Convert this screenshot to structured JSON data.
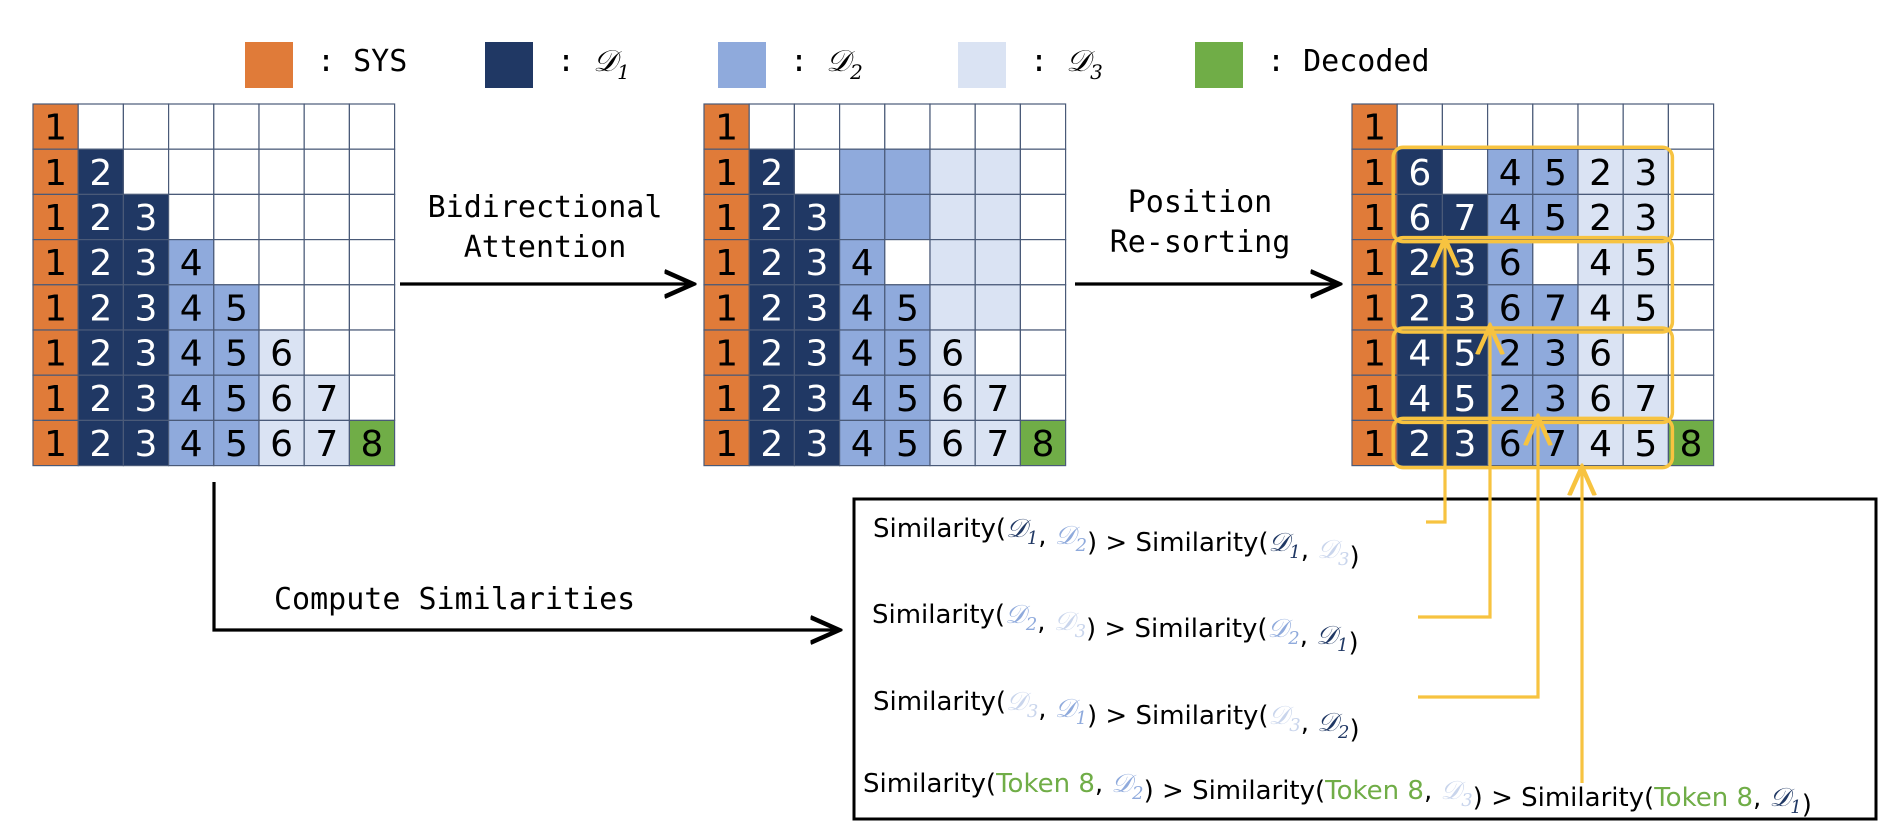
{
  "colors": {
    "sys": "#E07B39",
    "d1": "#203864",
    "d2": "#8FAADC",
    "d3": "#DAE3F3",
    "decoded": "#70AD47",
    "empty": "#FFFFFF",
    "grid_line": "#4A5A78",
    "arrow": "#000000",
    "highlight": "#F7C340"
  },
  "legend": [
    {
      "color_key": "sys",
      "label": ": SYS"
    },
    {
      "color_key": "d1",
      "label": ": ",
      "math": "𝒟",
      "sub": "1"
    },
    {
      "color_key": "d2",
      "label": ": ",
      "math": "𝒟",
      "sub": "2"
    },
    {
      "color_key": "d3",
      "label": ": ",
      "math": "𝒟",
      "sub": "3"
    },
    {
      "color_key": "decoded",
      "label": ": Decoded"
    }
  ],
  "labels": {
    "bidirectional_line1": "Bidirectional",
    "bidirectional_line2": "Attention",
    "resort_line1": "Position",
    "resort_line2": "Re-sorting",
    "compute_similarities": "Compute Similarities",
    "resorting": "Re-sorting"
  },
  "grids": [
    {
      "name": "causal-mask-grid",
      "cells": [
        [
          [
            "1",
            "sys"
          ],
          [
            "",
            "empty"
          ],
          [
            "",
            "empty"
          ],
          [
            "",
            "empty"
          ],
          [
            "",
            "empty"
          ],
          [
            "",
            "empty"
          ],
          [
            "",
            "empty"
          ],
          [
            "",
            "empty"
          ]
        ],
        [
          [
            "1",
            "sys"
          ],
          [
            "2",
            "d1"
          ],
          [
            "",
            "empty"
          ],
          [
            "",
            "empty"
          ],
          [
            "",
            "empty"
          ],
          [
            "",
            "empty"
          ],
          [
            "",
            "empty"
          ],
          [
            "",
            "empty"
          ]
        ],
        [
          [
            "1",
            "sys"
          ],
          [
            "2",
            "d1"
          ],
          [
            "3",
            "d1"
          ],
          [
            "",
            "empty"
          ],
          [
            "",
            "empty"
          ],
          [
            "",
            "empty"
          ],
          [
            "",
            "empty"
          ],
          [
            "",
            "empty"
          ]
        ],
        [
          [
            "1",
            "sys"
          ],
          [
            "2",
            "d1"
          ],
          [
            "3",
            "d1"
          ],
          [
            "4",
            "d2"
          ],
          [
            "",
            "empty"
          ],
          [
            "",
            "empty"
          ],
          [
            "",
            "empty"
          ],
          [
            "",
            "empty"
          ]
        ],
        [
          [
            "1",
            "sys"
          ],
          [
            "2",
            "d1"
          ],
          [
            "3",
            "d1"
          ],
          [
            "4",
            "d2"
          ],
          [
            "5",
            "d2"
          ],
          [
            "",
            "empty"
          ],
          [
            "",
            "empty"
          ],
          [
            "",
            "empty"
          ]
        ],
        [
          [
            "1",
            "sys"
          ],
          [
            "2",
            "d1"
          ],
          [
            "3",
            "d1"
          ],
          [
            "4",
            "d2"
          ],
          [
            "5",
            "d2"
          ],
          [
            "6",
            "d3"
          ],
          [
            "",
            "empty"
          ],
          [
            "",
            "empty"
          ]
        ],
        [
          [
            "1",
            "sys"
          ],
          [
            "2",
            "d1"
          ],
          [
            "3",
            "d1"
          ],
          [
            "4",
            "d2"
          ],
          [
            "5",
            "d2"
          ],
          [
            "6",
            "d3"
          ],
          [
            "7",
            "d3"
          ],
          [
            "",
            "empty"
          ]
        ],
        [
          [
            "1",
            "sys"
          ],
          [
            "2",
            "d1"
          ],
          [
            "3",
            "d1"
          ],
          [
            "4",
            "d2"
          ],
          [
            "5",
            "d2"
          ],
          [
            "6",
            "d3"
          ],
          [
            "7",
            "d3"
          ],
          [
            "8",
            "decoded"
          ]
        ]
      ]
    },
    {
      "name": "bidirectional-mask-grid",
      "cells": [
        [
          [
            "1",
            "sys"
          ],
          [
            "",
            "empty"
          ],
          [
            "",
            "empty"
          ],
          [
            "",
            "empty"
          ],
          [
            "",
            "empty"
          ],
          [
            "",
            "empty"
          ],
          [
            "",
            "empty"
          ],
          [
            "",
            "empty"
          ]
        ],
        [
          [
            "1",
            "sys"
          ],
          [
            "2",
            "d1"
          ],
          [
            "",
            "empty"
          ],
          [
            "",
            "d2"
          ],
          [
            "",
            "d2"
          ],
          [
            "",
            "d3"
          ],
          [
            "",
            "d3"
          ],
          [
            "",
            "empty"
          ]
        ],
        [
          [
            "1",
            "sys"
          ],
          [
            "2",
            "d1"
          ],
          [
            "3",
            "d1"
          ],
          [
            "",
            "d2"
          ],
          [
            "",
            "d2"
          ],
          [
            "",
            "d3"
          ],
          [
            "",
            "d3"
          ],
          [
            "",
            "empty"
          ]
        ],
        [
          [
            "1",
            "sys"
          ],
          [
            "2",
            "d1"
          ],
          [
            "3",
            "d1"
          ],
          [
            "4",
            "d2"
          ],
          [
            "",
            "empty"
          ],
          [
            "",
            "d3"
          ],
          [
            "",
            "d3"
          ],
          [
            "",
            "empty"
          ]
        ],
        [
          [
            "1",
            "sys"
          ],
          [
            "2",
            "d1"
          ],
          [
            "3",
            "d1"
          ],
          [
            "4",
            "d2"
          ],
          [
            "5",
            "d2"
          ],
          [
            "",
            "d3"
          ],
          [
            "",
            "d3"
          ],
          [
            "",
            "empty"
          ]
        ],
        [
          [
            "1",
            "sys"
          ],
          [
            "2",
            "d1"
          ],
          [
            "3",
            "d1"
          ],
          [
            "4",
            "d2"
          ],
          [
            "5",
            "d2"
          ],
          [
            "6",
            "d3"
          ],
          [
            "",
            "empty"
          ],
          [
            "",
            "empty"
          ]
        ],
        [
          [
            "1",
            "sys"
          ],
          [
            "2",
            "d1"
          ],
          [
            "3",
            "d1"
          ],
          [
            "4",
            "d2"
          ],
          [
            "5",
            "d2"
          ],
          [
            "6",
            "d3"
          ],
          [
            "7",
            "d3"
          ],
          [
            "",
            "empty"
          ]
        ],
        [
          [
            "1",
            "sys"
          ],
          [
            "2",
            "d1"
          ],
          [
            "3",
            "d1"
          ],
          [
            "4",
            "d2"
          ],
          [
            "5",
            "d2"
          ],
          [
            "6",
            "d3"
          ],
          [
            "7",
            "d3"
          ],
          [
            "8",
            "decoded"
          ]
        ]
      ]
    },
    {
      "name": "resorted-mask-grid",
      "cells": [
        [
          [
            "1",
            "sys"
          ],
          [
            "",
            "empty"
          ],
          [
            "",
            "empty"
          ],
          [
            "",
            "empty"
          ],
          [
            "",
            "empty"
          ],
          [
            "",
            "empty"
          ],
          [
            "",
            "empty"
          ],
          [
            "",
            "empty"
          ]
        ],
        [
          [
            "1",
            "sys"
          ],
          [
            "6",
            "d1"
          ],
          [
            "",
            "empty"
          ],
          [
            "4",
            "d2"
          ],
          [
            "5",
            "d2"
          ],
          [
            "2",
            "d3"
          ],
          [
            "3",
            "d3"
          ],
          [
            "",
            "empty"
          ]
        ],
        [
          [
            "1",
            "sys"
          ],
          [
            "6",
            "d1"
          ],
          [
            "7",
            "d1"
          ],
          [
            "4",
            "d2"
          ],
          [
            "5",
            "d2"
          ],
          [
            "2",
            "d3"
          ],
          [
            "3",
            "d3"
          ],
          [
            "",
            "empty"
          ]
        ],
        [
          [
            "1",
            "sys"
          ],
          [
            "2",
            "d1"
          ],
          [
            "3",
            "d1"
          ],
          [
            "6",
            "d2"
          ],
          [
            "",
            "empty"
          ],
          [
            "4",
            "d3"
          ],
          [
            "5",
            "d3"
          ],
          [
            "",
            "empty"
          ]
        ],
        [
          [
            "1",
            "sys"
          ],
          [
            "2",
            "d1"
          ],
          [
            "3",
            "d1"
          ],
          [
            "6",
            "d2"
          ],
          [
            "7",
            "d2"
          ],
          [
            "4",
            "d3"
          ],
          [
            "5",
            "d3"
          ],
          [
            "",
            "empty"
          ]
        ],
        [
          [
            "1",
            "sys"
          ],
          [
            "4",
            "d1"
          ],
          [
            "5",
            "d1"
          ],
          [
            "2",
            "d2"
          ],
          [
            "3",
            "d2"
          ],
          [
            "6",
            "d3"
          ],
          [
            "",
            "empty"
          ],
          [
            "",
            "empty"
          ]
        ],
        [
          [
            "1",
            "sys"
          ],
          [
            "4",
            "d1"
          ],
          [
            "5",
            "d1"
          ],
          [
            "2",
            "d2"
          ],
          [
            "3",
            "d2"
          ],
          [
            "6",
            "d3"
          ],
          [
            "7",
            "d3"
          ],
          [
            "",
            "empty"
          ]
        ],
        [
          [
            "1",
            "sys"
          ],
          [
            "2",
            "d1"
          ],
          [
            "3",
            "d1"
          ],
          [
            "6",
            "d2"
          ],
          [
            "7",
            "d2"
          ],
          [
            "4",
            "d3"
          ],
          [
            "5",
            "d3"
          ],
          [
            "8",
            "decoded"
          ]
        ]
      ]
    }
  ],
  "similarity_lines": [
    {
      "name": "similarity-line-d1",
      "parts": [
        {
          "t": "Similarity(",
          "c": "text"
        },
        {
          "t": "𝒟",
          "sub": "1",
          "c": "d1"
        },
        {
          "t": ", ",
          "c": "text"
        },
        {
          "t": "𝒟",
          "sub": "2",
          "c": "d2"
        },
        {
          "t": ") > Similarity(",
          "c": "text"
        },
        {
          "t": "𝒟",
          "sub": "1",
          "c": "d1"
        },
        {
          "t": ", ",
          "c": "text"
        },
        {
          "t": "𝒟",
          "sub": "3",
          "c": "d3"
        },
        {
          "t": ")",
          "c": "text"
        }
      ]
    },
    {
      "name": "similarity-line-d2",
      "parts": [
        {
          "t": "Similarity(",
          "c": "text"
        },
        {
          "t": "𝒟",
          "sub": "2",
          "c": "d2"
        },
        {
          "t": ", ",
          "c": "text"
        },
        {
          "t": "𝒟",
          "sub": "3",
          "c": "d3"
        },
        {
          "t": ") > Similarity(",
          "c": "text"
        },
        {
          "t": "𝒟",
          "sub": "2",
          "c": "d2"
        },
        {
          "t": ", ",
          "c": "text"
        },
        {
          "t": "𝒟",
          "sub": "1",
          "c": "d1"
        },
        {
          "t": ")",
          "c": "text"
        }
      ]
    },
    {
      "name": "similarity-line-d3",
      "parts": [
        {
          "t": "Similarity(",
          "c": "text"
        },
        {
          "t": "𝒟",
          "sub": "3",
          "c": "d3"
        },
        {
          "t": ", ",
          "c": "text"
        },
        {
          "t": "𝒟",
          "sub": "1",
          "c": "d2"
        },
        {
          "t": ") > Similarity(",
          "c": "text"
        },
        {
          "t": "𝒟",
          "sub": "3",
          "c": "d3"
        },
        {
          "t": ", ",
          "c": "text"
        },
        {
          "t": "𝒟",
          "sub": "2",
          "c": "d1"
        },
        {
          "t": ")",
          "c": "text"
        }
      ]
    },
    {
      "name": "similarity-line-token8",
      "parts": [
        {
          "t": "Similarity(",
          "c": "text"
        },
        {
          "t": "Token 8",
          "c": "decoded"
        },
        {
          "t": ", ",
          "c": "text"
        },
        {
          "t": "𝒟",
          "sub": "2",
          "c": "d2"
        },
        {
          "t": ") > Similarity(",
          "c": "text"
        },
        {
          "t": "Token 8",
          "c": "decoded"
        },
        {
          "t": ", ",
          "c": "text"
        },
        {
          "t": "𝒟",
          "sub": "3",
          "c": "d3"
        },
        {
          "t": ") >  Similarity(",
          "c": "text"
        },
        {
          "t": "Token 8",
          "c": "decoded"
        },
        {
          "t": ", ",
          "c": "text"
        },
        {
          "t": "𝒟",
          "sub": "1",
          "c": "d1"
        },
        {
          "t": ")",
          "c": "text"
        }
      ]
    }
  ]
}
